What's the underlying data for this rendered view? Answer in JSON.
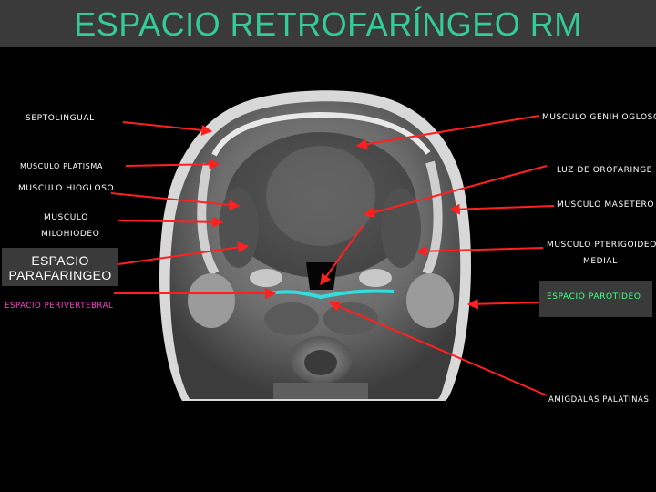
{
  "title": "ESPACIO RETROFARÍNGEO RM",
  "labels_left": {
    "septolingual": "SEPTOLINGUAL",
    "platisma": "MUSCULO PLATISMA",
    "hiogloso": "MUSCULO HIOGLOSO",
    "milohiodeo_1": "MUSCULO",
    "milohiodeo_2": "MILOHIODEO",
    "parafaringeo_1": "ESPACIO",
    "parafaringeo_2": "PARAFARINGEO",
    "perivertebral": "ESPACIO PERIVERTEBRAL"
  },
  "labels_right": {
    "genihiogloso": "MUSCULO GENIHIOGLOSO",
    "orofaringe": "LUZ DE OROFARINGE",
    "masetero": "MUSCULO MASETERO",
    "pterigoideo_1": "MUSCULO PTERIGOIDEO",
    "pterigoideo_2": "MEDIAL",
    "parotideo": "ESPACIO PAROTIDEO",
    "amigdalas": "AMIGDALAS PALATINAS"
  },
  "colors": {
    "title": "#33cc99",
    "arrow": "#ff2020",
    "highlight_line": "#33dddd",
    "label_box": "#3a3a3a",
    "perivertebral": "#ff44cc",
    "parotideo": "#44ff88"
  }
}
